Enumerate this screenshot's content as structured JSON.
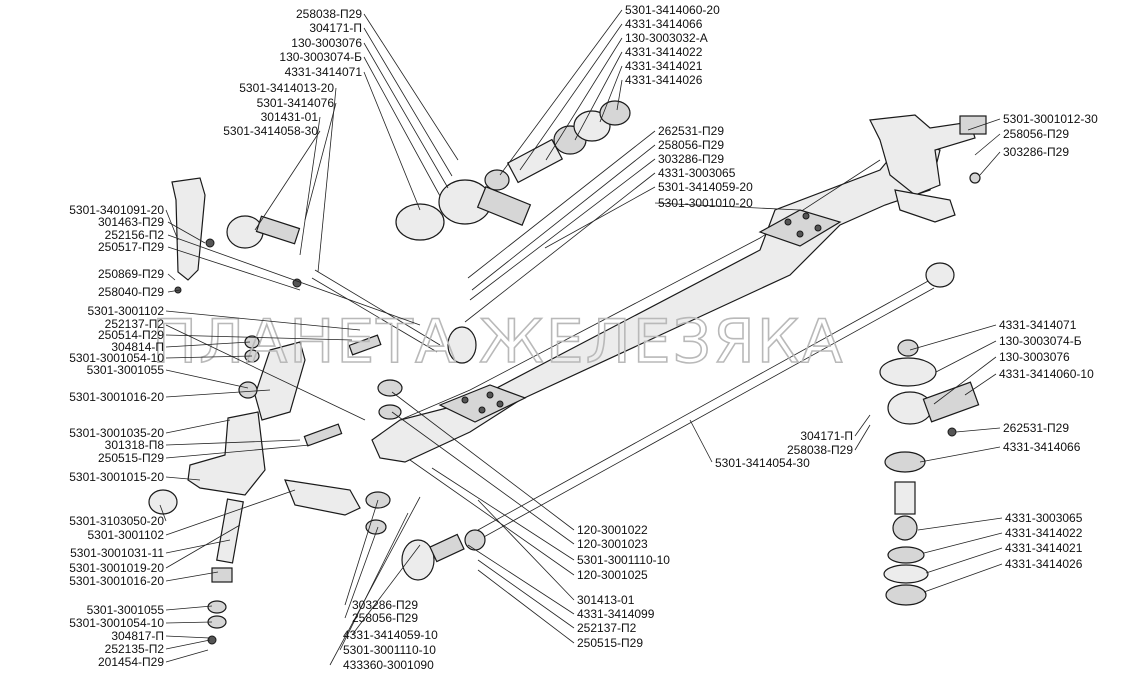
{
  "watermark": "ПЛАНЕТА ЖЕЛЕЗЯКА",
  "labels": {
    "top_left": [
      "258038-П29",
      "304171-П",
      "130-3003076",
      "130-3003074-Б",
      "4331-3414071"
    ],
    "top_mid": [
      "5301-3414013-20",
      "5301-3414076",
      "301431-01",
      "5301-3414058-30"
    ],
    "top_center": [
      "5301-3414060-20",
      "4331-3414066",
      "130-3003032-А",
      "4331-3414022",
      "4331-3414021",
      "4331-3414026"
    ],
    "center_upper": [
      "262531-П29",
      "258056-П29",
      "303286-П29",
      "4331-3003065",
      "5301-3414059-20",
      "5301-3001010-20"
    ],
    "upper_right": [
      "5301-3001012-30",
      "258056-П29",
      "303286-П29"
    ],
    "left_upper": [
      "5301-3401091-20",
      "301463-П29",
      "252156-П2",
      "250517-П29",
      "250869-П29",
      "258040-П29"
    ],
    "left_mid": [
      "5301-3001102",
      "252137-П2",
      "250514-П29",
      "304814-П",
      "5301-3001054-10",
      "5301-3001055",
      "5301-3001016-20",
      "5301-3001035-20",
      "301318-П8",
      "250515-П29",
      "5301-3001015-20"
    ],
    "left_lower": [
      "5301-3103050-20",
      "5301-3001102",
      "5301-3001031-11",
      "5301-3001019-20",
      "5301-3001016-20"
    ],
    "bottom_left": [
      "5301-3001055",
      "5301-3001054-10",
      "304817-П",
      "252135-П2",
      "201454-П29"
    ],
    "bottom_center": [
      "303286-П29",
      "258056-П29",
      "4331-3414059-10",
      "5301-3001110-10",
      "433360-3001090"
    ],
    "bottom_mid": [
      "120-3001022",
      "120-3001023",
      "5301-3001110-10",
      "120-3001025"
    ],
    "bottom_right_group": [
      "301413-01",
      "4331-3414099",
      "252137-П2",
      "250515-П29"
    ],
    "right_mid": [
      "4331-3414071",
      "130-3003074-Б",
      "130-3003076",
      "4331-3414060-10"
    ],
    "right_lower_a": [
      "304171-П",
      "258038-П29"
    ],
    "right_lower_b": [
      "262531-П29",
      "4331-3414066"
    ],
    "tie_rod": "5301-3414054-30",
    "right_bottom": [
      "4331-3003065",
      "4331-3414022",
      "4331-3414021",
      "4331-3414026"
    ]
  }
}
